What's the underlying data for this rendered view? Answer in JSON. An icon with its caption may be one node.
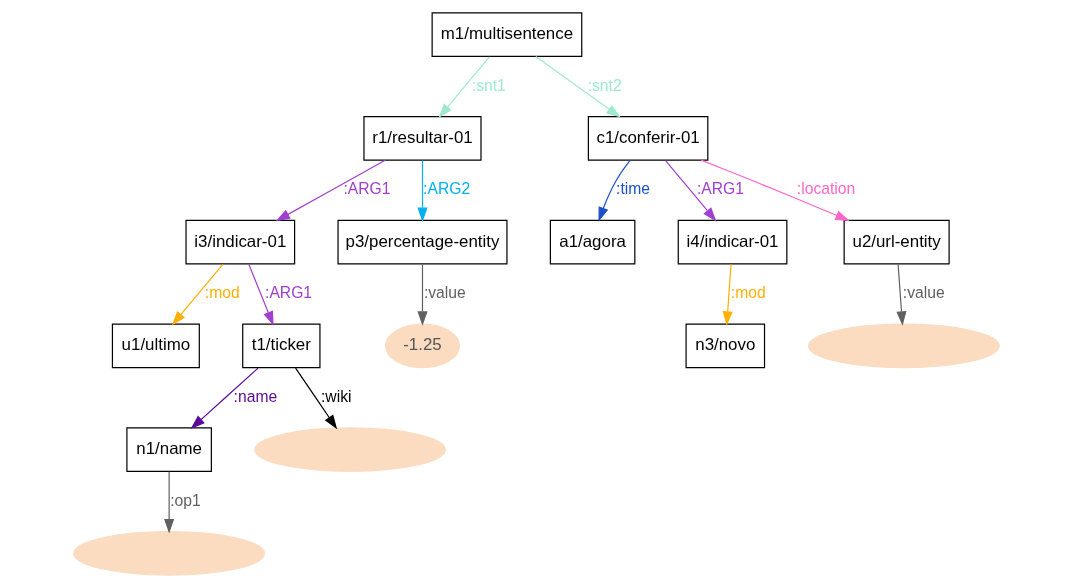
{
  "diagram": {
    "nodes": [
      {
        "text": [
          "m1/multisentence"
        ]
      },
      {
        "text": [
          "r1/resultar-01"
        ]
      },
      {
        "text": [
          "c1/conferir-01"
        ]
      },
      {
        "text": [
          "i3/indicar-01"
        ]
      },
      {
        "text": [
          "p3/percentage-entity"
        ]
      },
      {
        "text": [
          "a1/agora"
        ]
      },
      {
        "text": [
          "i4/indicar-01"
        ]
      },
      {
        "text": [
          "u2/url-entity"
        ]
      },
      {
        "text": [
          "u1/ultimo"
        ]
      },
      {
        "text": [
          "t1/ticker"
        ]
      },
      {
        "text": [
          "-1.25"
        ]
      },
      {
        "text": [
          "n3/novo"
        ]
      },
      {
        "text": [],
        "shape": "ellipse"
      },
      {
        "text": [
          "n1/name"
        ]
      },
      {
        "text": [],
        "shape": "ellipse"
      },
      {
        "text": [],
        "shape": "ellipse"
      }
    ],
    "edges": [
      {
        "from": 0,
        "to": 1,
        "arrow": "to",
        "label": ":snt1",
        "color": "#a0e8d0"
      },
      {
        "from": 0,
        "to": 2,
        "arrow": "to",
        "label": ":snt2",
        "color": "#a0e8d0"
      },
      {
        "from": 1,
        "to": 3,
        "arrow": "to",
        "label": ":ARG1",
        "color": "#a040d0"
      },
      {
        "from": 1,
        "to": 4,
        "arrow": "to",
        "label": ":ARG2",
        "color": "#00b0f0"
      },
      {
        "from": 2,
        "to": 5,
        "arrow": "to",
        "label": ":time",
        "color": "#1a50c8"
      },
      {
        "from": 2,
        "to": 6,
        "arrow": "to",
        "label": ":ARG1",
        "color": "#a040d0"
      },
      {
        "from": 2,
        "to": 7,
        "arrow": "to",
        "label": ":location",
        "color": "#ff66cc"
      },
      {
        "from": 3,
        "to": 8,
        "arrow": "to",
        "label": ":mod",
        "color": "#ffb000"
      },
      {
        "from": 3,
        "to": 9,
        "arrow": "to",
        "label": ":ARG1",
        "color": "#a040d0"
      },
      {
        "from": 4,
        "to": 10,
        "arrow": "to",
        "label": ":value",
        "color": "#606060"
      },
      {
        "from": 6,
        "to": 11,
        "arrow": "to",
        "label": ":mod",
        "color": "#ffb000"
      },
      {
        "from": 7,
        "to": 12,
        "arrow": "to",
        "label": ":value",
        "color": "#606060"
      },
      {
        "from": 9,
        "to": 13,
        "arrow": "to",
        "label": ":name",
        "color": "#5a0a9a"
      },
      {
        "from": 9,
        "to": 14,
        "arrow": "to",
        "label": ":wiki",
        "color": "#000000"
      },
      {
        "from": 13,
        "to": 15,
        "arrow": "to",
        "label": ":op1",
        "color": "#606060"
      }
    ]
  }
}
